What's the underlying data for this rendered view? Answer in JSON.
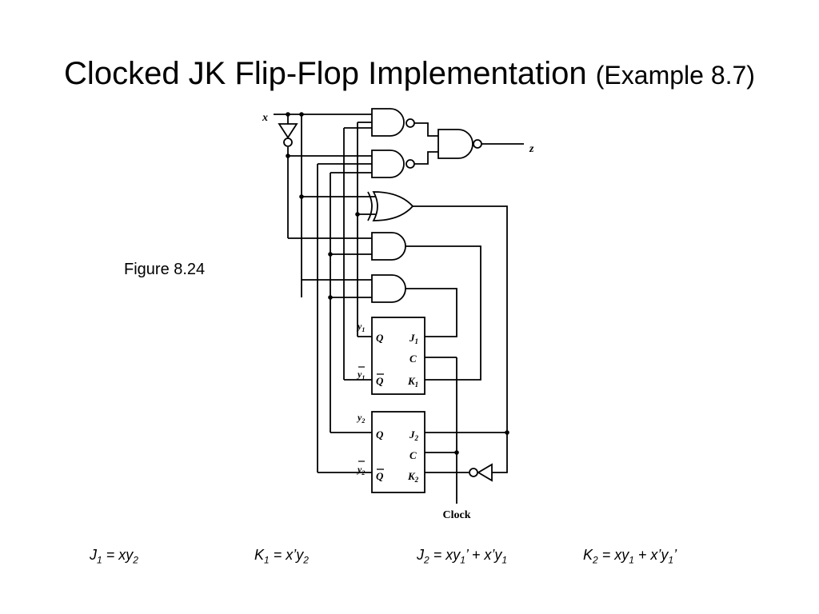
{
  "title": {
    "main": "Clocked JK Flip-Flop Implementation",
    "paren": "(Example 8.7)"
  },
  "figure_label": "Figure 8.24",
  "circuit": {
    "input_x": "x",
    "output_z": "z",
    "clock": "Clock",
    "ff1": {
      "q": "Q",
      "qbar": "Q",
      "j": "J",
      "j_sub": "1",
      "c": "C",
      "k": "K",
      "k_sub": "1",
      "y": "y",
      "y_sub": "1",
      "ybar": "y",
      "ybar_sub": "1"
    },
    "ff2": {
      "q": "Q",
      "qbar": "Q",
      "j": "J",
      "j_sub": "2",
      "c": "C",
      "k": "K",
      "k_sub": "2",
      "y": "y",
      "y_sub": "2",
      "ybar": "y",
      "ybar_sub": "2"
    }
  },
  "equations": {
    "j1": {
      "lhs": "J",
      "lhs_sub": "1",
      "eq": " = xy",
      "rhs_sub": "2"
    },
    "k1": {
      "lhs": "K",
      "lhs_sub": "1",
      "eq": " = x’y",
      "rhs_sub": "2"
    },
    "j2": {
      "lhs": "J",
      "lhs_sub": "2",
      "a": " = xy",
      "a_sub": "1",
      "b": "’ + x’y",
      "b_sub": "1"
    },
    "k2": {
      "lhs": "K",
      "lhs_sub": "2",
      "a": " = xy",
      "a_sub": "1",
      "b": " + x’y",
      "b_sub": "1",
      "c": "’"
    }
  }
}
